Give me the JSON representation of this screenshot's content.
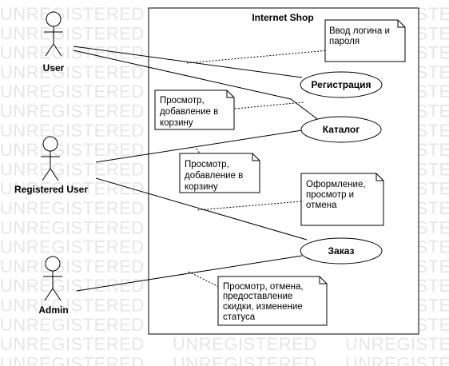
{
  "watermark": "UNREGISTERED",
  "system": {
    "title": "Internet Shop"
  },
  "actors": [
    {
      "id": "user",
      "name": "User"
    },
    {
      "id": "registered",
      "name": "Registered User"
    },
    {
      "id": "admin",
      "name": "Admin"
    }
  ],
  "use_cases": [
    {
      "id": "reg",
      "label": "Регистрация"
    },
    {
      "id": "cat",
      "label": "Каталог"
    },
    {
      "id": "order",
      "label": "Заказ"
    }
  ],
  "notes": [
    {
      "id": "n1",
      "lines": [
        "Ввод логина и",
        "пароля"
      ]
    },
    {
      "id": "n2",
      "lines": [
        "Просмотр,",
        "добавление в",
        "корзину"
      ]
    },
    {
      "id": "n3",
      "lines": [
        "Просмотр,",
        "добавление в",
        "корзину"
      ]
    },
    {
      "id": "n4",
      "lines": [
        "Оформление,",
        "просмотр и",
        "отмена"
      ]
    },
    {
      "id": "n5",
      "lines": [
        "Просмотр, отмена,",
        "предоставление",
        "скидки, изменение",
        "статуса"
      ]
    }
  ]
}
